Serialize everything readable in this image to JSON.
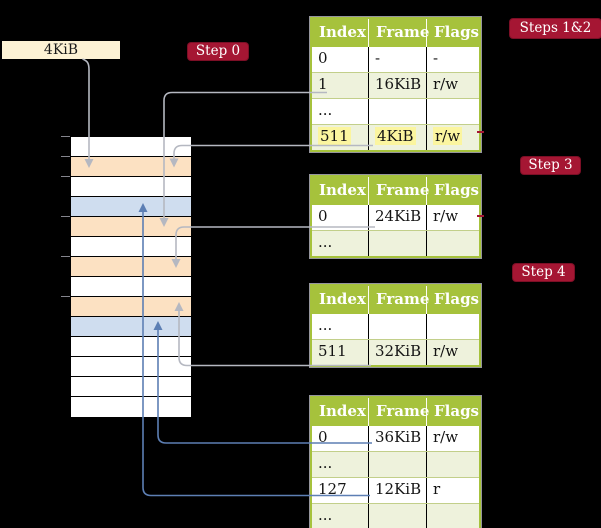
{
  "frame_label": {
    "text": "4KiB"
  },
  "badges": {
    "step0": "Step 0",
    "steps12": "Steps 1&2",
    "step3": "Step 3",
    "step4": "Step 4"
  },
  "colors": {
    "table_header_green": "#a6c23c",
    "row_shaded_green": "#eef2dc",
    "frame_orange": "#fce1c2",
    "frame_blue": "#cfddef",
    "label_cream": "#fdf2d4",
    "badge_red": "#a51633",
    "highlight_yellow": "#fbf59f",
    "gray_arrow": "#b5b8c1",
    "blue_arrow": "#5d7fb4"
  },
  "memory_strip": {
    "rows": [
      "white",
      "orange",
      "white",
      "blue",
      "orange",
      "white",
      "orange",
      "white",
      "orange",
      "blue",
      "white",
      "white",
      "white",
      "white"
    ],
    "tick_offsets_kib": [
      0,
      4,
      8,
      16,
      24,
      32
    ]
  },
  "tables": [
    {
      "title": "page-table-steps-1-2",
      "headers": [
        "Index",
        "Frame",
        "Flags"
      ],
      "rows": [
        {
          "cells": [
            "0",
            "-",
            "-"
          ],
          "shaded": false,
          "highlight": false
        },
        {
          "cells": [
            "1",
            "16KiB",
            "r/w"
          ],
          "shaded": true,
          "highlight": false
        },
        {
          "cells": [
            "...",
            "",
            ""
          ],
          "shaded": false,
          "highlight": false
        },
        {
          "cells": [
            "511",
            "4KiB",
            "r/w"
          ],
          "shaded": true,
          "highlight": true
        }
      ]
    },
    {
      "title": "page-table-step-3",
      "headers": [
        "Index",
        "Frame",
        "Flags"
      ],
      "rows": [
        {
          "cells": [
            "0",
            "24KiB",
            "r/w"
          ],
          "shaded": false,
          "highlight": false
        },
        {
          "cells": [
            "...",
            "",
            ""
          ],
          "shaded": true,
          "highlight": false
        }
      ]
    },
    {
      "title": "page-table-step-4a",
      "headers": [
        "Index",
        "Frame",
        "Flags"
      ],
      "rows": [
        {
          "cells": [
            "...",
            "",
            ""
          ],
          "shaded": false,
          "highlight": false
        },
        {
          "cells": [
            "511",
            "32KiB",
            "r/w"
          ],
          "shaded": true,
          "highlight": false
        }
      ]
    },
    {
      "title": "page-table-step-4b",
      "headers": [
        "Index",
        "Frame",
        "Flags"
      ],
      "rows": [
        {
          "cells": [
            "0",
            "36KiB",
            "r/w"
          ],
          "shaded": false,
          "highlight": false
        },
        {
          "cells": [
            "...",
            "",
            ""
          ],
          "shaded": true,
          "highlight": false
        },
        {
          "cells": [
            "127",
            "12KiB",
            "r"
          ],
          "shaded": false,
          "highlight": false
        },
        {
          "cells": [
            "...",
            "",
            ""
          ],
          "shaded": true,
          "highlight": false
        }
      ]
    }
  ]
}
